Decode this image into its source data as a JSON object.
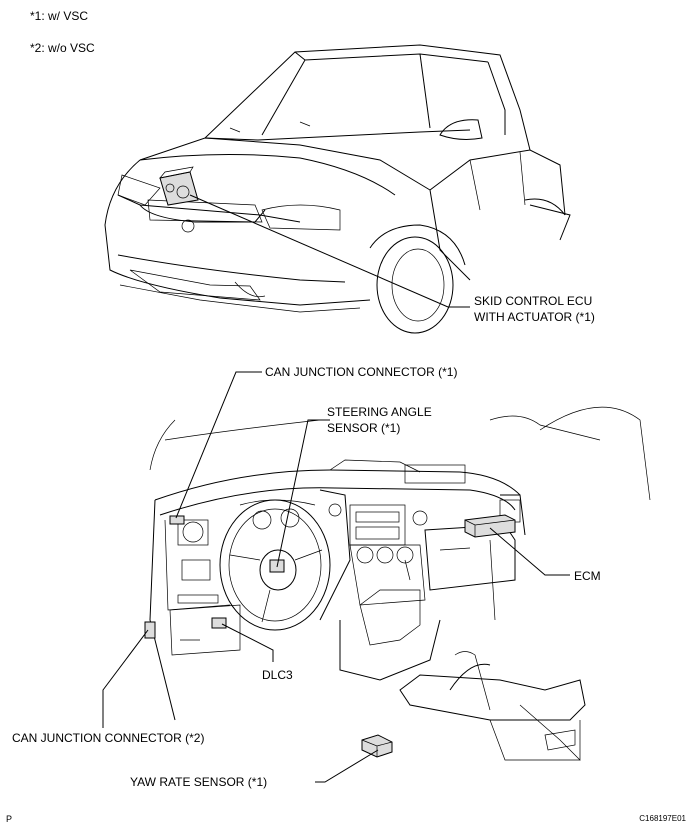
{
  "legend": {
    "note1": "*1: w/ VSC",
    "note2": "*2: w/o VSC"
  },
  "labels": {
    "skid_line1": "SKID CONTROL ECU",
    "skid_line2": "WITH ACTUATOR (*1)",
    "can_junction_1": "CAN JUNCTION CONNECTOR (*1)",
    "steering_line1": "STEERING ANGLE",
    "steering_line2": "SENSOR (*1)",
    "ecm": "ECM",
    "dlc3": "DLC3",
    "can_junction_2": "CAN JUNCTION CONNECTOR (*2)",
    "yaw_rate": "YAW RATE SENSOR (*1)"
  },
  "footer": {
    "left_code": "P",
    "right_code": "C168197E01"
  }
}
